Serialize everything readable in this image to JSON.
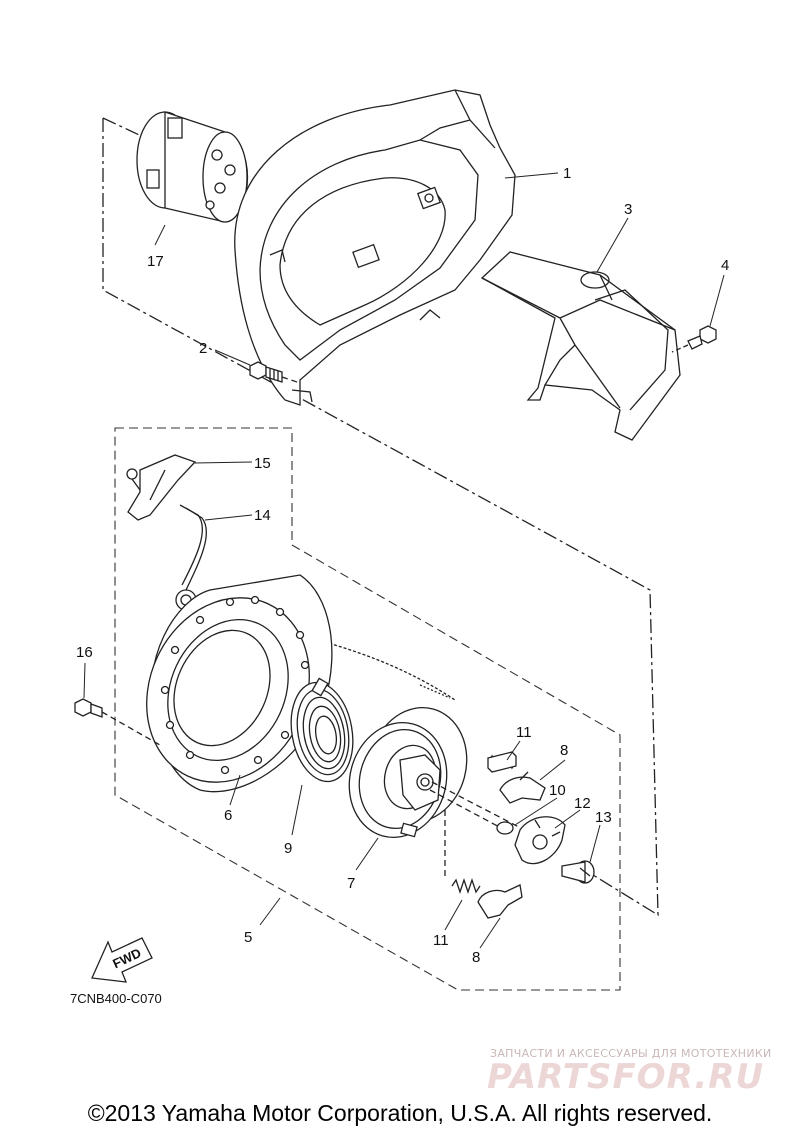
{
  "labels": {
    "p1": "1",
    "p2": "2",
    "p3": "3",
    "p4": "4",
    "p5": "5",
    "p6": "6",
    "p7": "7",
    "p8a": "8",
    "p8b": "8",
    "p9": "9",
    "p10": "10",
    "p11a": "11",
    "p11b": "11",
    "p12": "12",
    "p13": "13",
    "p14": "14",
    "p15": "15",
    "p16": "16",
    "p17": "17"
  },
  "fwd_label": "FWD",
  "diagram_code": "7CNB400-C070",
  "watermark": {
    "tagline": "ЗАПЧАСТИ И АКСЕССУАРЫ ДЛЯ МОТОТЕХНИКИ",
    "brand": "PARTSFOR.RU"
  },
  "copyright": "©2013 Yamaha Motor Corporation, U.S.A. All rights reserved.",
  "icons": [
    "fwd-arrow-icon"
  ]
}
